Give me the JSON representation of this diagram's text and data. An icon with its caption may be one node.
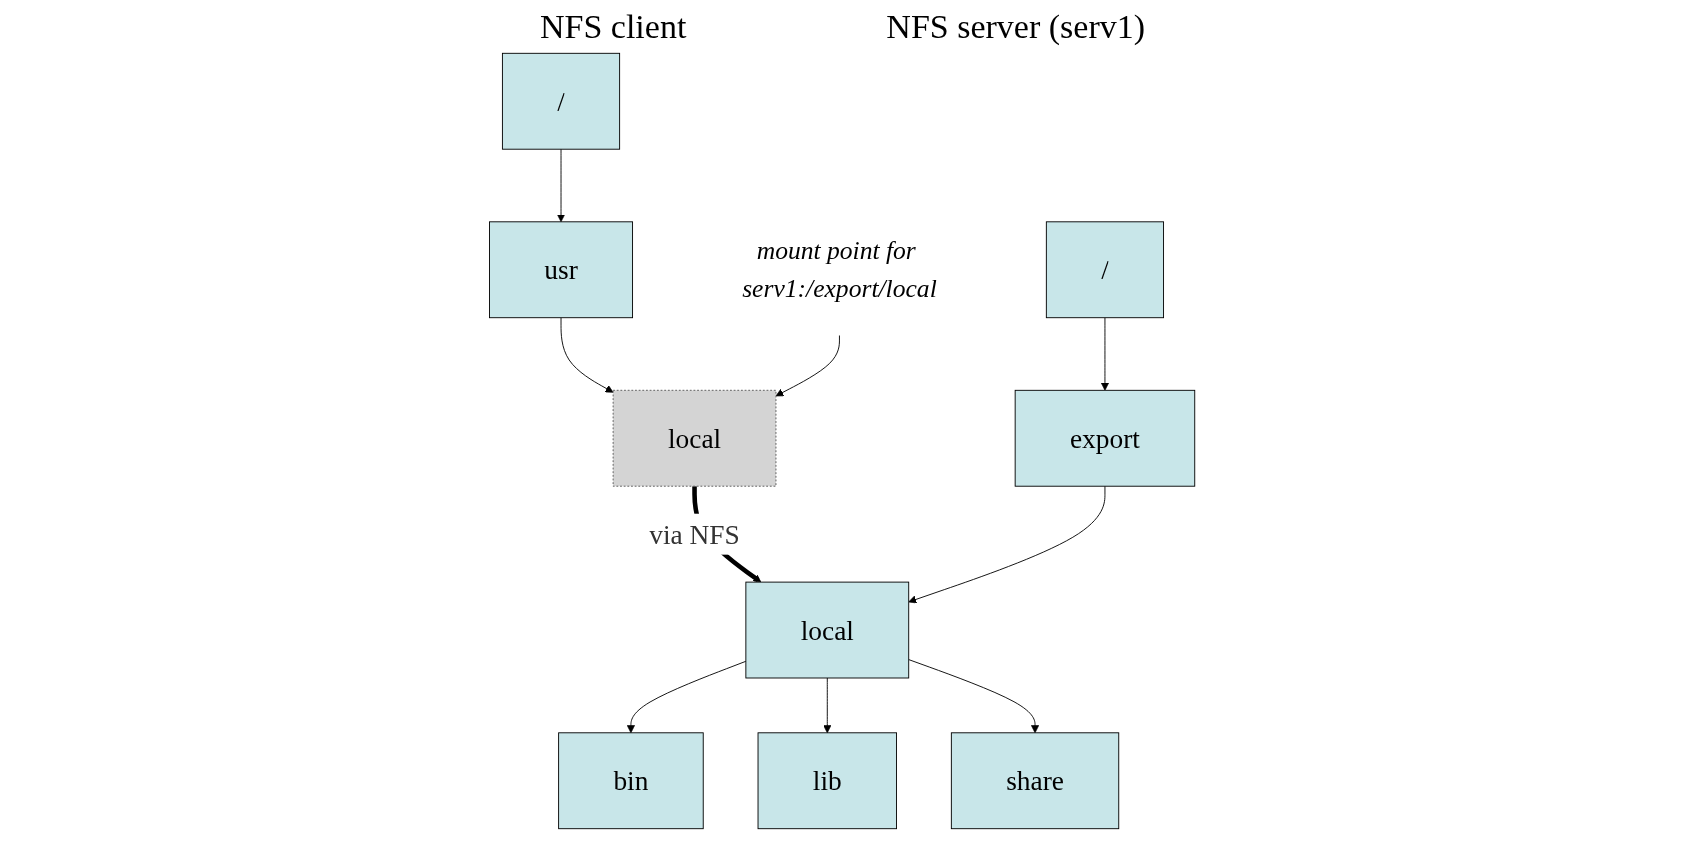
{
  "diagram": {
    "nodes": [
      {
        "text": [
          "/"
        ]
      },
      {
        "text": [
          "usr"
        ]
      },
      {
        "text": [
          "local"
        ]
      },
      {
        "text": [
          "/"
        ]
      },
      {
        "text": [
          "export"
        ]
      },
      {
        "text": [
          "local"
        ]
      },
      {
        "text": [
          "bin"
        ]
      },
      {
        "text": [
          "lib"
        ]
      },
      {
        "text": [
          "share"
        ]
      },
      {
        "text": [
          "mount point for serv1:/export/local"
        ]
      }
    ],
    "edges": [
      {
        "from": 0,
        "to": 1,
        "arrow": "to"
      },
      {
        "from": 1,
        "to": 2,
        "arrow": "to"
      },
      {
        "from": 2,
        "to": 5,
        "arrow": "to",
        "label": "via NFS",
        "style": "thick"
      },
      {
        "from": 3,
        "to": 4,
        "arrow": "to"
      },
      {
        "from": 4,
        "to": 5,
        "arrow": "to"
      },
      {
        "from": 5,
        "to": 6,
        "arrow": "to"
      },
      {
        "from": 5,
        "to": 7,
        "arrow": "to"
      },
      {
        "from": 5,
        "to": 8,
        "arrow": "to"
      },
      {
        "from": 9,
        "to": 2,
        "arrow": "to"
      }
    ],
    "labels": [
      "NFS client",
      "NFS server (serv1)"
    ]
  }
}
